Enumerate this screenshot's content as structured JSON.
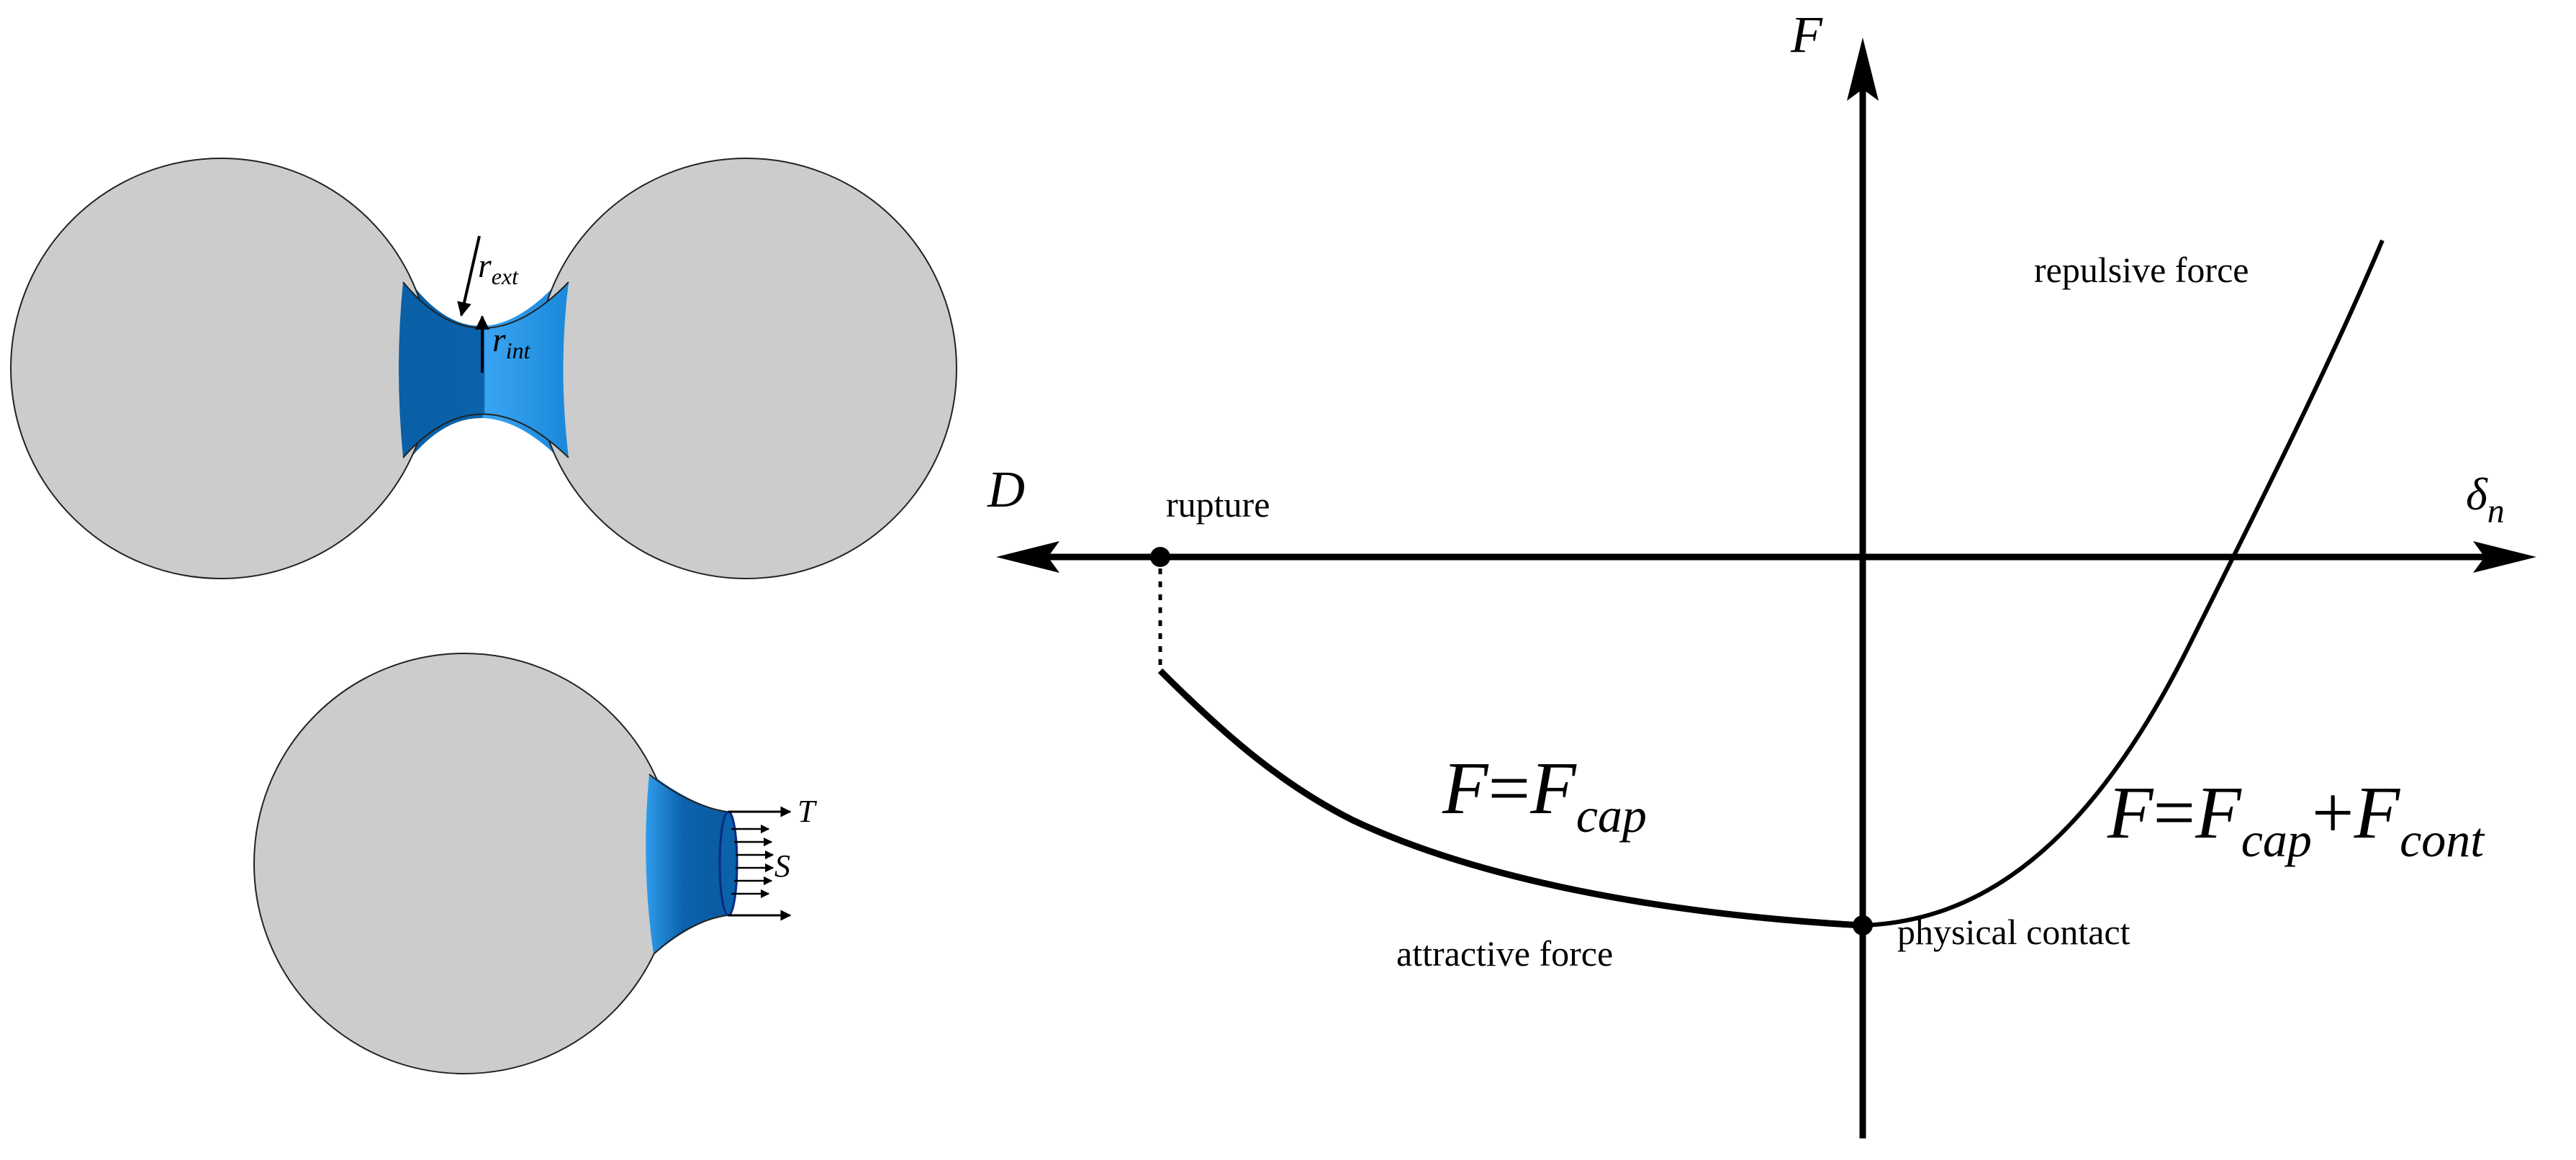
{
  "colors": {
    "sphere_fill": "#cccccc",
    "sphere_stroke": "#222222",
    "bridge_dark": "#0a62ab",
    "bridge_light": "#2e9bec",
    "ink": "#000000"
  },
  "top_figure": {
    "r_ext_label": "r",
    "r_ext_sub": "ext",
    "r_int_label": "r",
    "r_int_sub": "int"
  },
  "bottom_figure": {
    "t_label": "T",
    "s_label": "S"
  },
  "graph": {
    "y_axis_label": "F",
    "x_left_label": "D",
    "x_right_label": "δ",
    "x_right_sub": "n",
    "rupture_label": "rupture",
    "repulsive_label": "repulsive force",
    "attractive_label": "attractive force",
    "contact_label": "physical contact",
    "eq_cap": {
      "lhs": "F",
      "eq": "=",
      "rhs": "F",
      "rhs_sub": "cap"
    },
    "eq_cont": {
      "lhs": "F",
      "eq": "=",
      "t1": "F",
      "t1_sub": "cap",
      "plus": "+",
      "t2": "F",
      "t2_sub": "cont"
    }
  }
}
